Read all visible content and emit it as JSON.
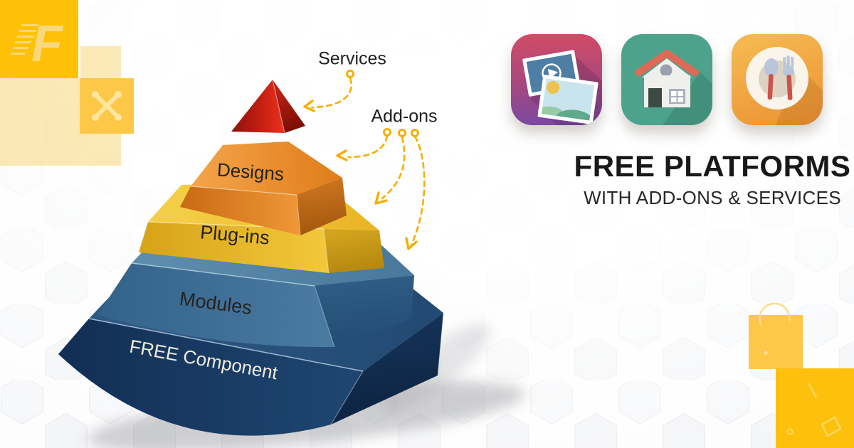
{
  "logo": {
    "letter": "F",
    "bg_color": "#fec107"
  },
  "decor": {
    "joomla_icon": "joomla-icon",
    "square_yellow": "#fdc10d",
    "square_amber": "#fdc848",
    "square_pale": "#f6cf5e"
  },
  "diagram": {
    "callouts": {
      "services": "Services",
      "addons": "Add-ons"
    },
    "arrow_color": "#f6ae01",
    "layers": [
      {
        "id": "services-tip",
        "label": "",
        "color": "#d8251a"
      },
      {
        "id": "designs",
        "label": "Designs",
        "color": "#e8862a"
      },
      {
        "id": "plug-ins",
        "label": "Plug-ins",
        "color": "#eebb2d"
      },
      {
        "id": "modules",
        "label": "Modules",
        "color": "#3f6f96"
      },
      {
        "id": "free-component",
        "label": "FREE Component",
        "color": "#18375f"
      }
    ]
  },
  "headline": {
    "title": "FREE PLATFORMS",
    "subtitle": "WITH ADD-ONS & SERVICES"
  },
  "app_icons": [
    {
      "name": "photo-gallery-app-icon",
      "bg_top": "#d14b66",
      "bg_bottom": "#7a48a1"
    },
    {
      "name": "home-app-icon",
      "bg": "#4da28c"
    },
    {
      "name": "restaurant-app-icon",
      "bg_top": "#f5bc52",
      "bg_bottom": "#ec9133"
    }
  ]
}
